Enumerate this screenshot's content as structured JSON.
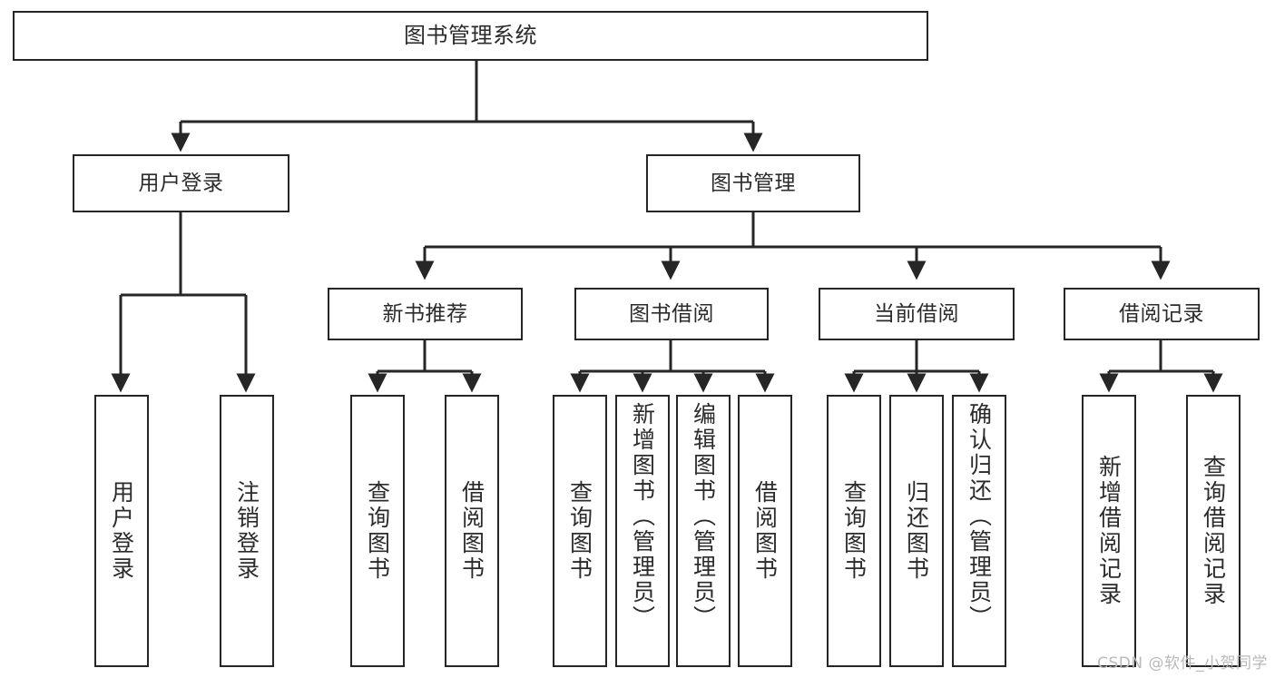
{
  "diagram": {
    "type": "tree-hierarchy",
    "title": "图书管理系统",
    "root": {
      "label": "图书管理系统"
    },
    "level2": [
      {
        "id": "user-login",
        "label": "用户登录"
      },
      {
        "id": "book-management",
        "label": "图书管理"
      }
    ],
    "level3": [
      {
        "id": "new-book-recommend",
        "label": "新书推荐",
        "parent": "book-management"
      },
      {
        "id": "book-borrow",
        "label": "图书借阅",
        "parent": "book-management"
      },
      {
        "id": "current-borrow",
        "label": "当前借阅",
        "parent": "book-management"
      },
      {
        "id": "borrow-record",
        "label": "借阅记录",
        "parent": "book-management"
      }
    ],
    "leaves": [
      {
        "id": "leaf-user-login",
        "label": "用户登录",
        "parent": "user-login"
      },
      {
        "id": "leaf-logout",
        "label": "注销登录",
        "parent": "user-login"
      },
      {
        "id": "leaf-query-book-1",
        "label": "查询图书",
        "parent": "new-book-recommend"
      },
      {
        "id": "leaf-borrow-book-1",
        "label": "借阅图书",
        "parent": "new-book-recommend"
      },
      {
        "id": "leaf-query-book-2",
        "label": "查询图书",
        "parent": "book-borrow"
      },
      {
        "id": "leaf-add-book",
        "label": "新增图书（管理员）",
        "parent": "book-borrow"
      },
      {
        "id": "leaf-edit-book",
        "label": "编辑图书（管理员）",
        "parent": "book-borrow"
      },
      {
        "id": "leaf-borrow-book-2",
        "label": "借阅图书",
        "parent": "book-borrow"
      },
      {
        "id": "leaf-query-book-3",
        "label": "查询图书",
        "parent": "current-borrow"
      },
      {
        "id": "leaf-return-book",
        "label": "归还图书",
        "parent": "current-borrow"
      },
      {
        "id": "leaf-confirm-return",
        "label": "确认归还（管理员）",
        "parent": "current-borrow"
      },
      {
        "id": "leaf-add-record",
        "label": "新增借阅记录",
        "parent": "borrow-record"
      },
      {
        "id": "leaf-query-record",
        "label": "查询借阅记录",
        "parent": "borrow-record"
      }
    ],
    "colors": {
      "line": "#262626",
      "text": "#2b2b2b",
      "background": "#ffffff",
      "watermark": "#b9b9b9"
    }
  },
  "watermark": {
    "text": "CSDN @软件_小贺同学"
  }
}
